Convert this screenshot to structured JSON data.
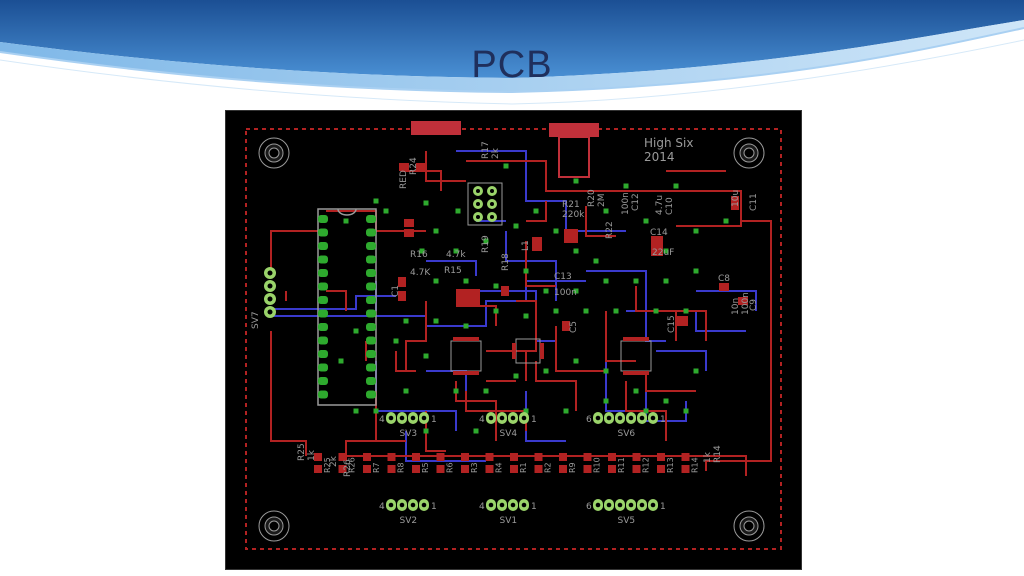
{
  "slide": {
    "title": "PCB"
  },
  "board": {
    "title_line1": "High Six",
    "title_line2": "2014",
    "parts": [
      {
        "id": "red_led",
        "text": "RED"
      },
      {
        "id": "r24",
        "text": "R24"
      },
      {
        "id": "r17",
        "text": "R17"
      },
      {
        "id": "r17v",
        "text": "2k"
      },
      {
        "id": "r21",
        "text": "R21"
      },
      {
        "id": "r21v",
        "text": "220k"
      },
      {
        "id": "r20",
        "text": "R20"
      },
      {
        "id": "r20v",
        "text": "2M"
      },
      {
        "id": "c12",
        "text": "C12"
      },
      {
        "id": "c12v",
        "text": "100n"
      },
      {
        "id": "c10",
        "text": "C10"
      },
      {
        "id": "c10v",
        "text": "4.7u"
      },
      {
        "id": "c11",
        "text": "C11"
      },
      {
        "id": "c11v",
        "text": "10u"
      },
      {
        "id": "c14",
        "text": "C14"
      },
      {
        "id": "c14v",
        "text": "22uF"
      },
      {
        "id": "c13",
        "text": "C13"
      },
      {
        "id": "c13v",
        "text": "100n"
      },
      {
        "id": "c8",
        "text": "C8"
      },
      {
        "id": "c8v",
        "text": "10n"
      },
      {
        "id": "c9",
        "text": "C9"
      },
      {
        "id": "c9v",
        "text": "100n"
      },
      {
        "id": "r16",
        "text": "R16"
      },
      {
        "id": "r16v",
        "text": "4.7K"
      },
      {
        "id": "r15",
        "text": "R15"
      },
      {
        "id": "r15v",
        "text": "4.7k"
      },
      {
        "id": "r19",
        "text": "R19"
      },
      {
        "id": "r18",
        "text": "R18"
      },
      {
        "id": "l1",
        "text": "L1"
      },
      {
        "id": "r22",
        "text": "R22"
      },
      {
        "id": "c5",
        "text": "C5"
      },
      {
        "id": "c15",
        "text": "C15"
      },
      {
        "id": "c1",
        "text": "C1"
      },
      {
        "id": "sv7",
        "text": "SV7"
      },
      {
        "id": "r25",
        "text": "R25"
      },
      {
        "id": "r25v",
        "text": "1k"
      },
      {
        "id": "r26",
        "text": "R26"
      },
      {
        "id": "r26v",
        "text": "2k"
      },
      {
        "id": "r14",
        "text": "R14"
      },
      {
        "id": "r14v",
        "text": "1k"
      }
    ],
    "connectors": [
      {
        "name": "SV3",
        "left_pin": "4",
        "right_pin": "1"
      },
      {
        "name": "SV4",
        "left_pin": "4",
        "right_pin": "1"
      },
      {
        "name": "SV6",
        "left_pin": "6",
        "right_pin": "1"
      },
      {
        "name": "SV2",
        "left_pin": "4",
        "right_pin": "1"
      },
      {
        "name": "SV1",
        "left_pin": "4",
        "right_pin": "1"
      },
      {
        "name": "SV5",
        "left_pin": "6",
        "right_pin": "1"
      }
    ],
    "resistor_row": [
      "R25",
      "R26",
      "R7",
      "R8",
      "R5",
      "R6",
      "R3",
      "R4",
      "R1",
      "R2",
      "R9",
      "R10",
      "R11",
      "R12",
      "R13",
      "R14"
    ],
    "colors": {
      "board_bg": "#000000",
      "top_copper": "#b22222",
      "bottom_copper": "#3a3acd",
      "via": "#2eaa2e",
      "pad_ring": "#9ad36a",
      "silkscreen": "#9a9a9a",
      "banner_blue": "#1d5fa8"
    }
  }
}
